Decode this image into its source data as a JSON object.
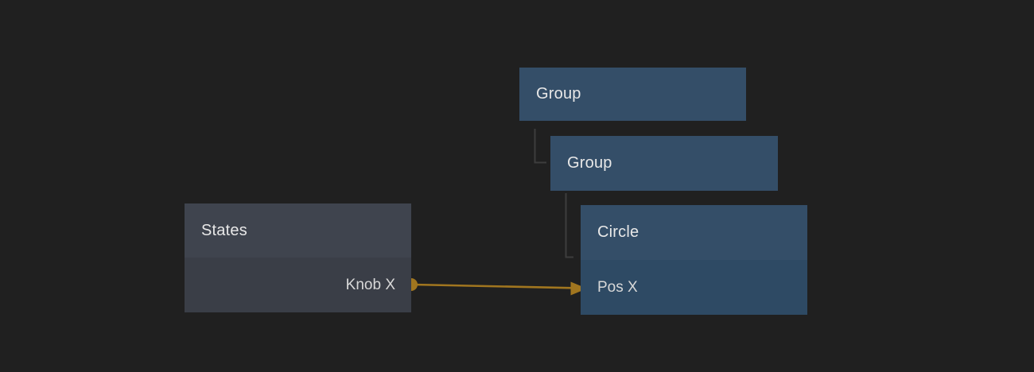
{
  "canvas": {
    "background": "#202020"
  },
  "colors": {
    "canvas_bg": "#202020",
    "node_blue": "#344e68",
    "node_blue_row": "#2e4a64",
    "node_gray_header": "#3f444e",
    "node_gray_row": "#3a3e47",
    "tree_line": "#3d3d3d",
    "connection_gold": "#a1761f",
    "title_text": "#e8e8e8",
    "property_text": "#d8d8d8"
  },
  "nodes": {
    "group1": {
      "title": "Group"
    },
    "group2": {
      "title": "Group"
    },
    "circle": {
      "title": "Circle",
      "properties": [
        {
          "label": "Pos X"
        }
      ]
    },
    "states": {
      "title": "States",
      "properties": [
        {
          "label": "Knob X"
        }
      ]
    }
  },
  "hierarchy_edges": [
    {
      "parent": "Group",
      "child": "Group"
    },
    {
      "parent": "Group",
      "child": "Circle"
    }
  ],
  "connection": {
    "from_node": "States",
    "from_port": "Knob X",
    "to_node": "Circle",
    "to_port": "Pos X"
  }
}
